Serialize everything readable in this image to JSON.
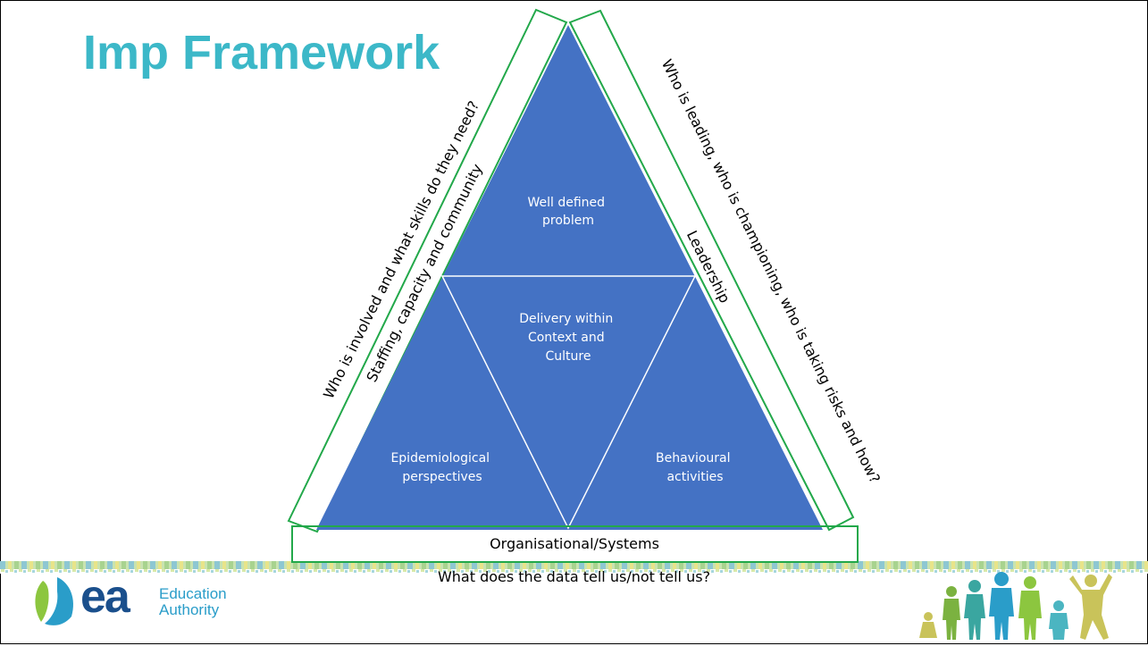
{
  "slide": {
    "title": "Imp Framework",
    "inner_triangles": {
      "top": "Well defined problem",
      "top_lines": [
        "Well defined",
        "problem"
      ],
      "center": "Delivery within Context and Culture",
      "center_lines": [
        "Delivery within",
        "Context and",
        "Culture"
      ],
      "bottom_left": "Epidemiological perspectives",
      "bottom_left_lines": [
        "Epidemiological",
        "perspectives"
      ],
      "bottom_right": "Behavioural activities",
      "bottom_right_lines": [
        "Behavioural",
        "activities"
      ]
    },
    "left_frame": {
      "inner_label": "Staffing, capacity and community",
      "outer_label": "Who is involved and what skills do they need?"
    },
    "right_frame": {
      "inner_label": "Leadership",
      "outer_label": "Who is leading, who is championing, who is taking risks and how?"
    },
    "base_frame": {
      "inner_label": "Organisational/Systems"
    },
    "bottom_question": "What does the data tell us/not tell us?",
    "logo": {
      "mark": "ea",
      "name_line1": "Education",
      "name_line2": "Authority"
    },
    "colors": {
      "title": "#3cb8c8",
      "triangle_fill": "#4472c4",
      "frame_stroke": "#22a84a",
      "inner_text": "#ffffff",
      "logo_blue": "#1a4f8c",
      "logo_teal": "#2a9dc9"
    }
  }
}
